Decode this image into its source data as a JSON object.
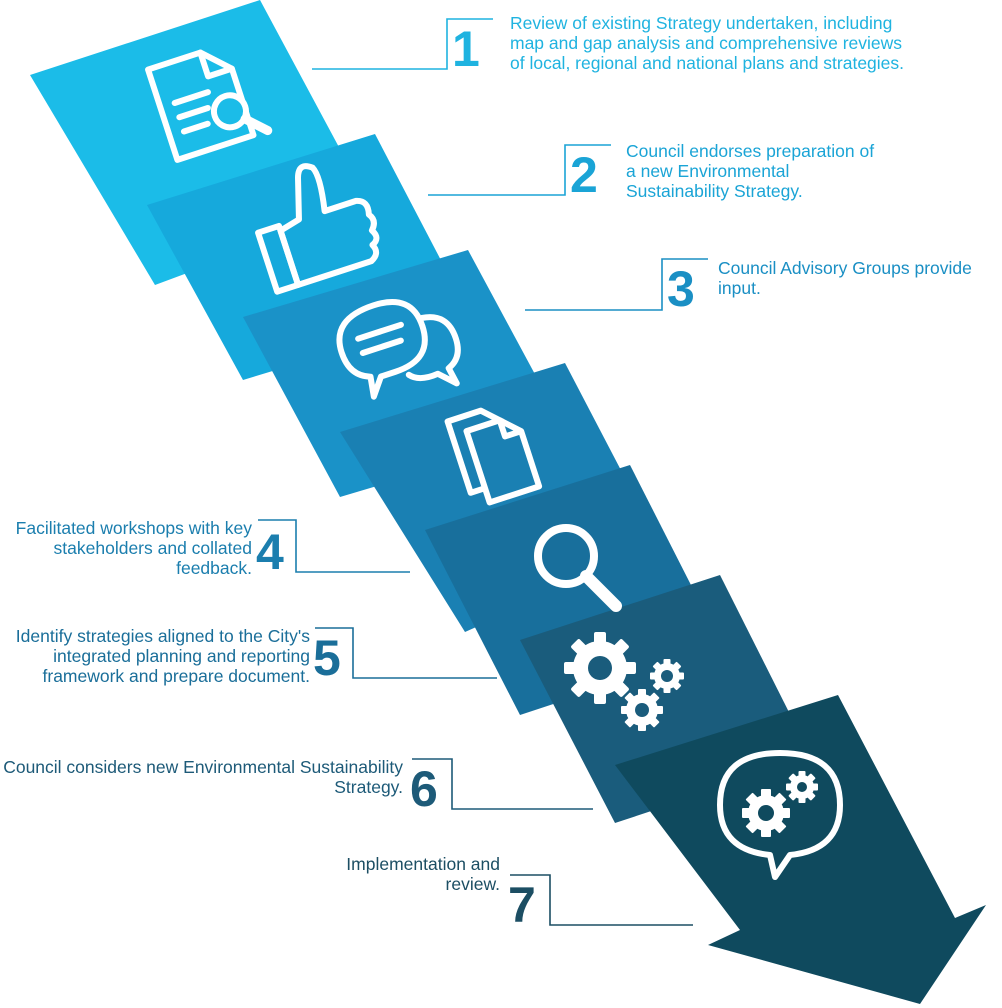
{
  "steps": [
    {
      "number": "1",
      "text": "Review of existing Strategy undertaken, including map and gap analysis and comprehensive reviews of local, regional and national plans and strategies.",
      "icon": "document-search-icon",
      "color": "#1bbce8"
    },
    {
      "number": "2",
      "text": "Council endorses preparation of a new Environmental Sustainability Strategy.",
      "icon": "thumbs-up-icon",
      "color": "#16a9dc"
    },
    {
      "number": "3",
      "text": "Council Advisory Groups provide input.",
      "icon": "chat-bubbles-icon",
      "color": "#1a92c8"
    },
    {
      "number": "4",
      "text": "Facilitated workshops with key stakeholders and collated feedback.",
      "icon": "documents-icon",
      "color": "#1a80b3"
    },
    {
      "number": "5",
      "text": "Identify strategies aligned to the City's integrated planning and reporting framework and prepare document.",
      "icon": "magnifier-icon",
      "color": "#186f9c"
    },
    {
      "number": "6",
      "text": "Council considers new Environmental Sustainability Strategy.",
      "icon": "gears-icon",
      "color": "#1a5c7c"
    },
    {
      "number": "7",
      "text": "Implementation and review.",
      "icon": "gears-speech-bubble-icon",
      "color": "#0f4a5e"
    }
  ]
}
